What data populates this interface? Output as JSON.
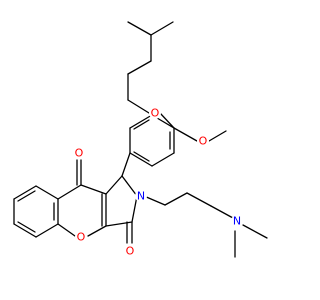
{
  "molecule": {
    "atom_labels": {
      "ether_O_top": "O",
      "methoxy_O": "O",
      "ketone_O_top": "O",
      "ring_O": "O",
      "lactam_O": "O",
      "lactam_N": "N",
      "amine_N": "N"
    },
    "colors": {
      "oxygen": "#ff0000",
      "nitrogen": "#0000ff",
      "bond": "#000000",
      "background": "#ffffff"
    }
  }
}
